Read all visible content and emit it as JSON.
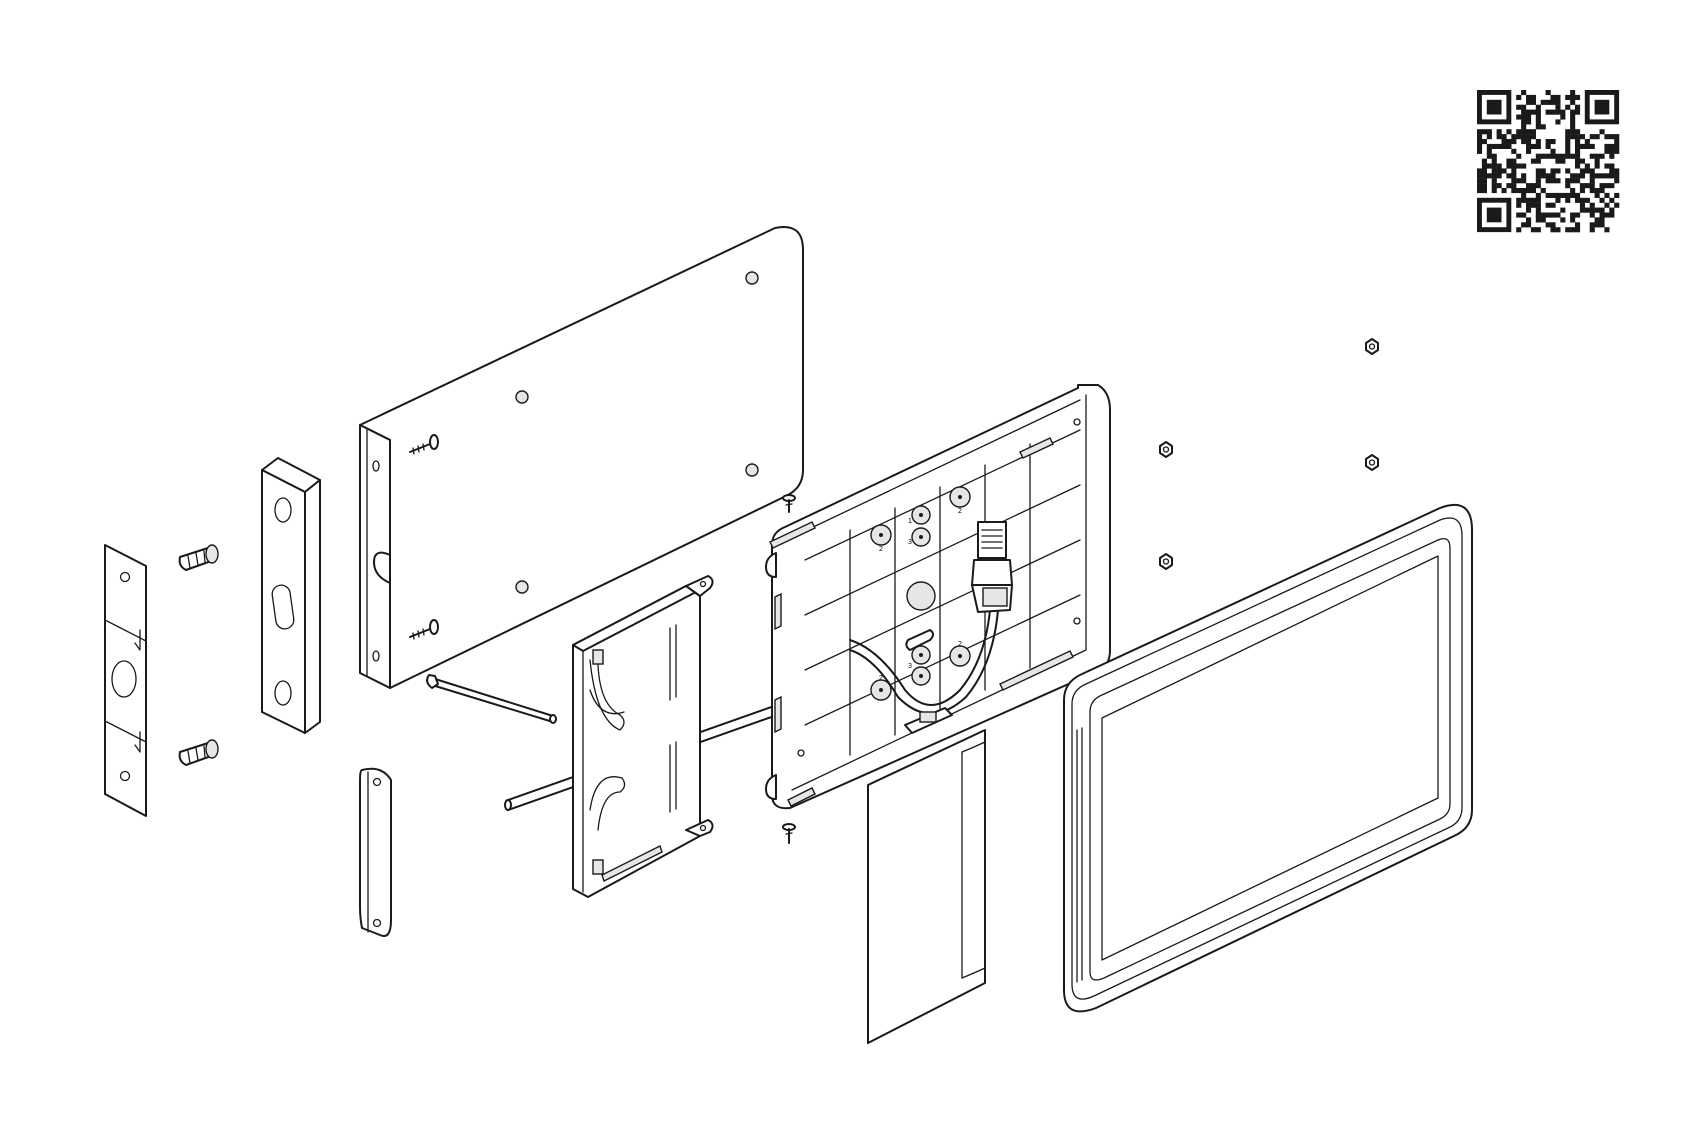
{
  "qr_code": {
    "icon": "qr-code-icon"
  },
  "callouts": {
    "one": "1",
    "two": "2",
    "three": "3"
  }
}
